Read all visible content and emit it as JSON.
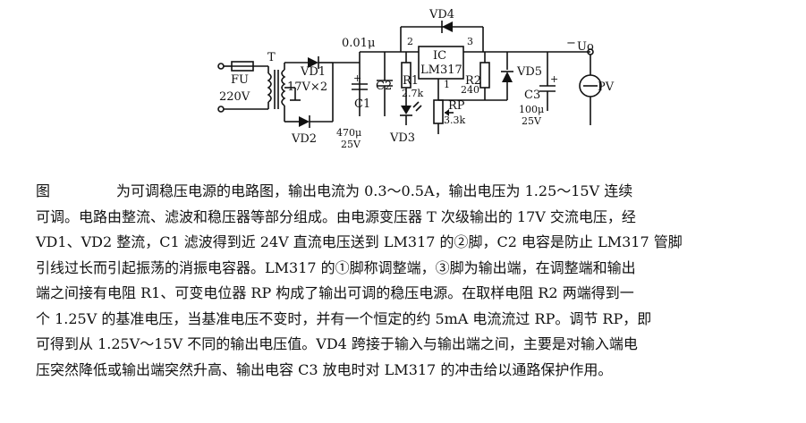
{
  "diagram": {
    "labels": {
      "fu": "FU",
      "voltage_in": "220V",
      "transformer": "T",
      "vd1": "VD1",
      "secondary": "17V×2",
      "vd2": "VD2",
      "vd4": "VD4",
      "c_in_value": "0.01μ",
      "c1": "C1",
      "c1_value": "470μ",
      "c1_voltage": "25V",
      "c2": "C2",
      "r1": "R1",
      "r1_value": "2.7k",
      "vd3_led": "VD3",
      "ic_title": "IC",
      "ic_model": "LM317",
      "pin1": "1",
      "pin2": "2",
      "pin3": "3",
      "rp": "RP",
      "rp_value": "3.3k",
      "r2": "R2",
      "r2_value": "240",
      "vd5": "VD5",
      "c3": "C3",
      "c3_value": "100μ",
      "c3_voltage": "25V",
      "output": "Uo",
      "pv": "PV",
      "plus_c1": "+",
      "plus_c3": "+",
      "minus": "−"
    }
  },
  "caption": {
    "fig_word": "图",
    "lines": [
      "为可调稳压电源的电路图，输出电流为 0.3～0.5A，输出电压为 1.25～15V 连续",
      "可调。电路由整流、滤波和稳压器等部分组成。由电源变压器 T 次级输出的 17V 交流电压，经",
      "VD1、VD2 整流，C1 滤波得到近 24V 直流电压送到 LM317 的②脚，C2 电容是防止 LM317 管脚",
      "引线过长而引起振荡的消振电容器。LM317 的①脚称调整端，③脚为输出端，在调整端和输出",
      "端之间接有电阻 R1、可变电位器 RP 构成了输出可调的稳压电源。在取样电阻 R2 两端得到一",
      "个 1.25V 的基准电压，当基准电压不变时，并有一个恒定的约 5mA 电流流过 RP。调节 RP，即",
      "可得到从 1.25V～15V 不同的输出电压值。VD4 跨接于输入与输出端之间，主要是对输入端电",
      "压突然降低或输出端突然升高、输出电容 C3 放电时对 LM317 的冲击给以通路保护作用。"
    ]
  }
}
